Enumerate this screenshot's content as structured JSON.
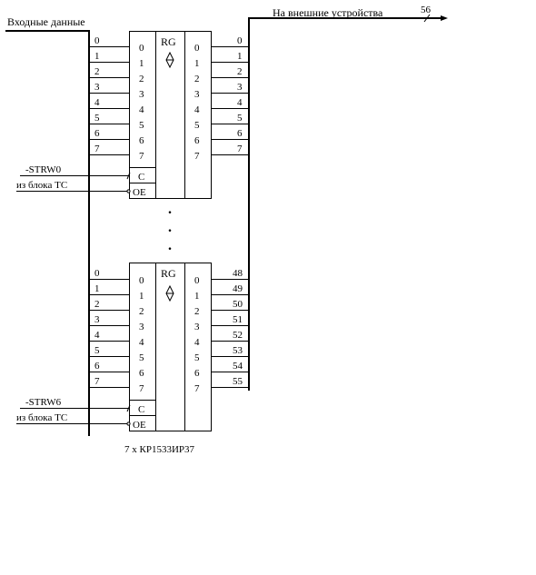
{
  "labels": {
    "input_data": "Входные данные",
    "external": "На внешние устройства",
    "bus_width": "56",
    "chip_caption": "7 х КР1533ИР37",
    "rg": "RG",
    "c_pin": "C",
    "oe_pin": "OE",
    "ellipsis_dot": "."
  },
  "top_register": {
    "strobe": "-STRW0",
    "tc": "из блока ТС",
    "input_bits": [
      "0",
      "1",
      "2",
      "3",
      "4",
      "5",
      "6",
      "7"
    ],
    "chip_in_bits": [
      "0",
      "1",
      "2",
      "3",
      "4",
      "5",
      "6",
      "7"
    ],
    "chip_out_bits": [
      "0",
      "1",
      "2",
      "3",
      "4",
      "5",
      "6",
      "7"
    ],
    "output_bits": [
      "0",
      "1",
      "2",
      "3",
      "4",
      "5",
      "6",
      "7"
    ]
  },
  "bottom_register": {
    "strobe": "-STRW6",
    "tc": "из блока ТС",
    "input_bits": [
      "0",
      "1",
      "2",
      "3",
      "4",
      "5",
      "6",
      "7"
    ],
    "chip_in_bits": [
      "0",
      "1",
      "2",
      "3",
      "4",
      "5",
      "6",
      "7"
    ],
    "chip_out_bits": [
      "0",
      "1",
      "2",
      "3",
      "4",
      "5",
      "6",
      "7"
    ],
    "output_bits": [
      "48",
      "49",
      "50",
      "51",
      "52",
      "53",
      "54",
      "55"
    ]
  }
}
